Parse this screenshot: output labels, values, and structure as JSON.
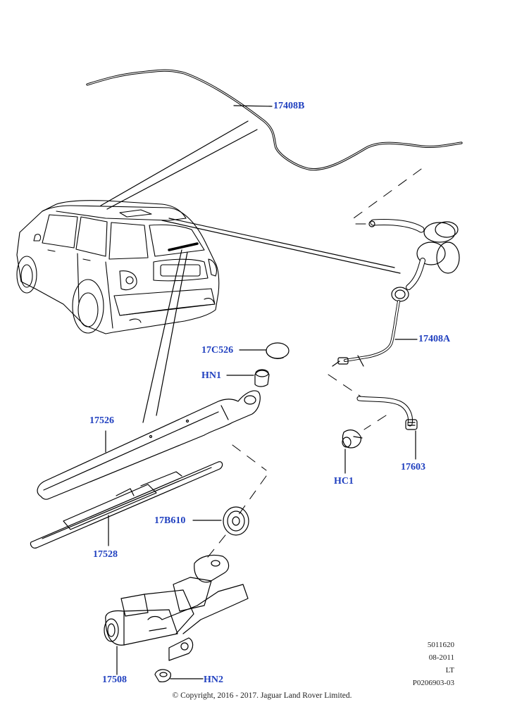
{
  "callouts": {
    "c17408B": "17408B",
    "c17408A": "17408A",
    "c17C526": "17C526",
    "cHN1": "HN1",
    "c17526": "17526",
    "c17528": "17528",
    "c17B610": "17B610",
    "c17508": "17508",
    "cHN2": "HN2",
    "cHC1": "HC1",
    "c17603": "17603"
  },
  "meta": {
    "line1": "5011620",
    "line2": "08-2011",
    "line3": "LT",
    "line4": "P0206903-03"
  },
  "copyright": "© Copyright, 2016 - 2017. Jaguar Land Rover Limited.",
  "colors": {
    "callout": "#1f3fbf",
    "line": "#000000"
  }
}
